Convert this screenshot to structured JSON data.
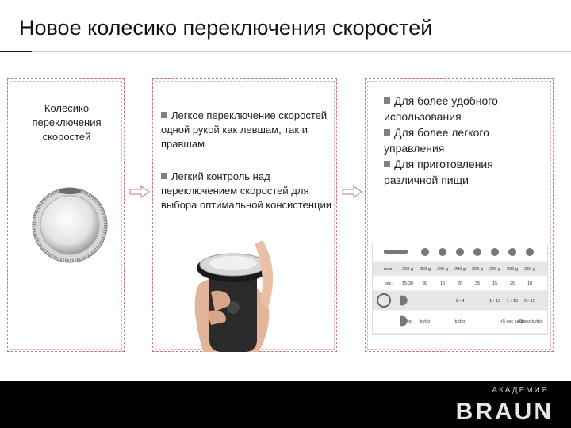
{
  "title": "Новое колесико переключения скоростей",
  "panel1": {
    "label": "Колесико переключения скоростей"
  },
  "panel2": {
    "bullets": [
      "Легкое переключение скоростей одной рукой как левшам, так и правшам",
      "Легкий контроль над переключением скоростей для выбора оптимальной консистенции"
    ]
  },
  "panel3": {
    "bullets": [
      "Для более удобного использования",
      "Для более легкого управления",
      "Для приготовления различной пищи"
    ]
  },
  "table": {
    "row_max": [
      "max.",
      "200 g",
      "250 g",
      "200 g",
      "200 g",
      "200 g",
      "200 g",
      "200 g",
      "250 g"
    ],
    "row_sec": [
      "sec.",
      "15-30",
      "30",
      "15",
      "20",
      "35",
      "15",
      "25",
      "10"
    ],
    "row_speed": [
      "",
      "",
      "",
      "",
      "1 - 4",
      "",
      "1 - 15",
      "1 - 15",
      "5 - 15"
    ],
    "row_turbo": [
      "",
      "turbo",
      "turbo",
      "",
      "turbo",
      "",
      "",
      "+5 sec turbo",
      "+3 sec turbo"
    ]
  },
  "footer": {
    "academy": "АКАДЕМИЯ",
    "brand": "BRAUN"
  },
  "colors": {
    "border": "#c07a7a",
    "bullet": "#808080",
    "footer_bg": "#000000"
  }
}
